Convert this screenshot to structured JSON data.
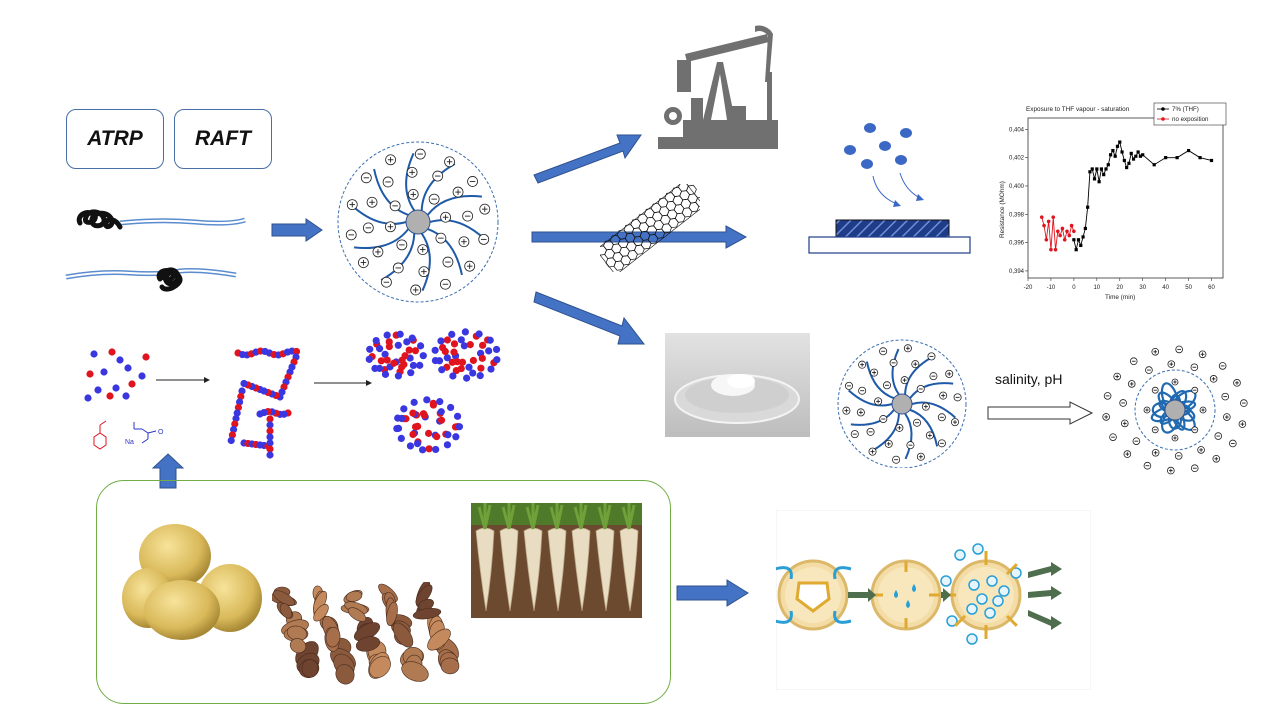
{
  "methods": {
    "atrp": "ATRP",
    "raft": "RAFT"
  },
  "conditions_label": "salinity, pH",
  "monomer_labels": {
    "counterion": "Na",
    "ketone": "O"
  },
  "chart_data": {
    "type": "line",
    "title": "Exposure to THF vapour - saturation",
    "xlabel": "Time (min)",
    "ylabel": "Resistance (MOhm)",
    "xlim": [
      -20,
      65
    ],
    "ylim": [
      0.3935,
      0.4048
    ],
    "x_ticks": [
      "-20",
      "-10",
      "0",
      "10",
      "20",
      "30",
      "40",
      "50",
      "60"
    ],
    "y_ticks": [
      "0,394",
      "0,396",
      "0,398",
      "0,400",
      "0,402",
      "0,404"
    ],
    "legend_position": "top-right",
    "series": [
      {
        "name": "7% (THF)",
        "color": "#000000",
        "x": [
          0,
          1,
          2,
          3,
          4,
          5,
          6,
          7,
          8,
          9,
          10,
          11,
          12,
          13,
          14,
          15,
          16,
          17,
          18,
          19,
          20,
          21,
          22,
          23,
          24,
          25,
          26,
          27,
          28,
          29,
          30,
          35,
          40,
          45,
          50,
          55,
          60
        ],
        "y": [
          0.3962,
          0.3955,
          0.3962,
          0.3958,
          0.3964,
          0.397,
          0.3985,
          0.401,
          0.4012,
          0.4005,
          0.4012,
          0.4003,
          0.4012,
          0.4008,
          0.4012,
          0.4015,
          0.4022,
          0.4025,
          0.4021,
          0.4028,
          0.4031,
          0.4024,
          0.4018,
          0.4013,
          0.4016,
          0.4023,
          0.4019,
          0.4021,
          0.4024,
          0.4021,
          0.4022,
          0.4015,
          0.402,
          0.402,
          0.4025,
          0.402,
          0.4018
        ]
      },
      {
        "name": "no exposition",
        "color": "#e0141e",
        "x": [
          -14,
          -13,
          -12,
          -11,
          -10,
          -9,
          -8,
          -7,
          -6,
          -5,
          -4,
          -3,
          -2,
          -1,
          0
        ],
        "y": [
          0.3978,
          0.3972,
          0.3962,
          0.3975,
          0.3955,
          0.3978,
          0.3955,
          0.3968,
          0.3965,
          0.397,
          0.3962,
          0.3968,
          0.3965,
          0.3972,
          0.3968
        ]
      }
    ]
  }
}
